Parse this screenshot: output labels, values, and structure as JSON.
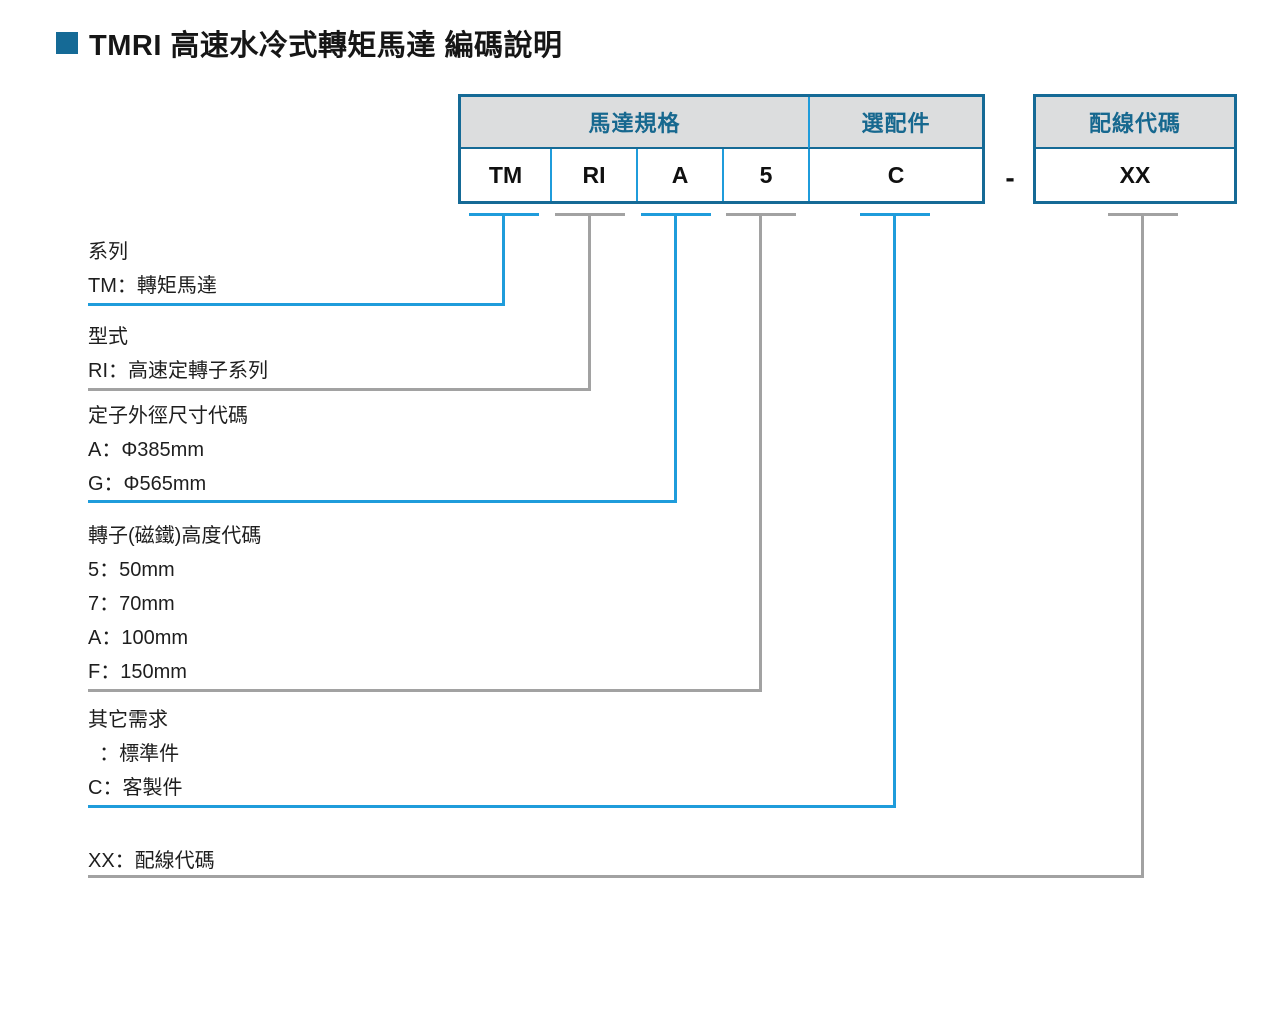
{
  "title": "TMRI 高速水冷式轉矩馬達 編碼說明",
  "colors": {
    "accent": "#1f9cdb",
    "gray": "#a2a2a2",
    "border": "#156a96",
    "head_bg": "#dcddde",
    "head_text": "#17688f",
    "text": "#1e1e1e"
  },
  "code_table": {
    "spec_group_label": "馬達規格",
    "option_group_label": "選配件",
    "wiring_group_label": "配線代碼",
    "segments": [
      "TM",
      "RI",
      "A",
      "5",
      "C"
    ],
    "separator": "-",
    "wiring_value": "XX"
  },
  "legend_blocks": [
    {
      "name": "series",
      "lines": [
        "系列",
        "TM：轉矩馬達"
      ]
    },
    {
      "name": "type",
      "lines": [
        "型式",
        "RI：高速定轉子系列"
      ]
    },
    {
      "name": "stator-od",
      "lines": [
        "定子外徑尺寸代碼",
        "A：Φ385mm",
        "G：Φ565mm"
      ]
    },
    {
      "name": "rotor-height",
      "lines": [
        "轉子(磁鐵)高度代碼",
        "5：50mm",
        "7：70mm",
        "A：100mm",
        "F：150mm"
      ]
    },
    {
      "name": "other-req",
      "lines": [
        "其它需求",
        "  ：標準件",
        "C：客製件"
      ]
    },
    {
      "name": "wiring-code",
      "lines": [
        "XX：配線代碼"
      ]
    }
  ]
}
